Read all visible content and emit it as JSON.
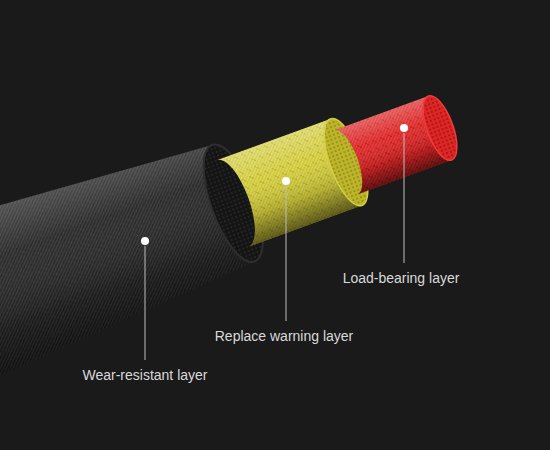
{
  "diagram": {
    "labels": [
      "Load-bearing layer",
      "Replace warning layer",
      "Wear-resistant layer"
    ]
  }
}
